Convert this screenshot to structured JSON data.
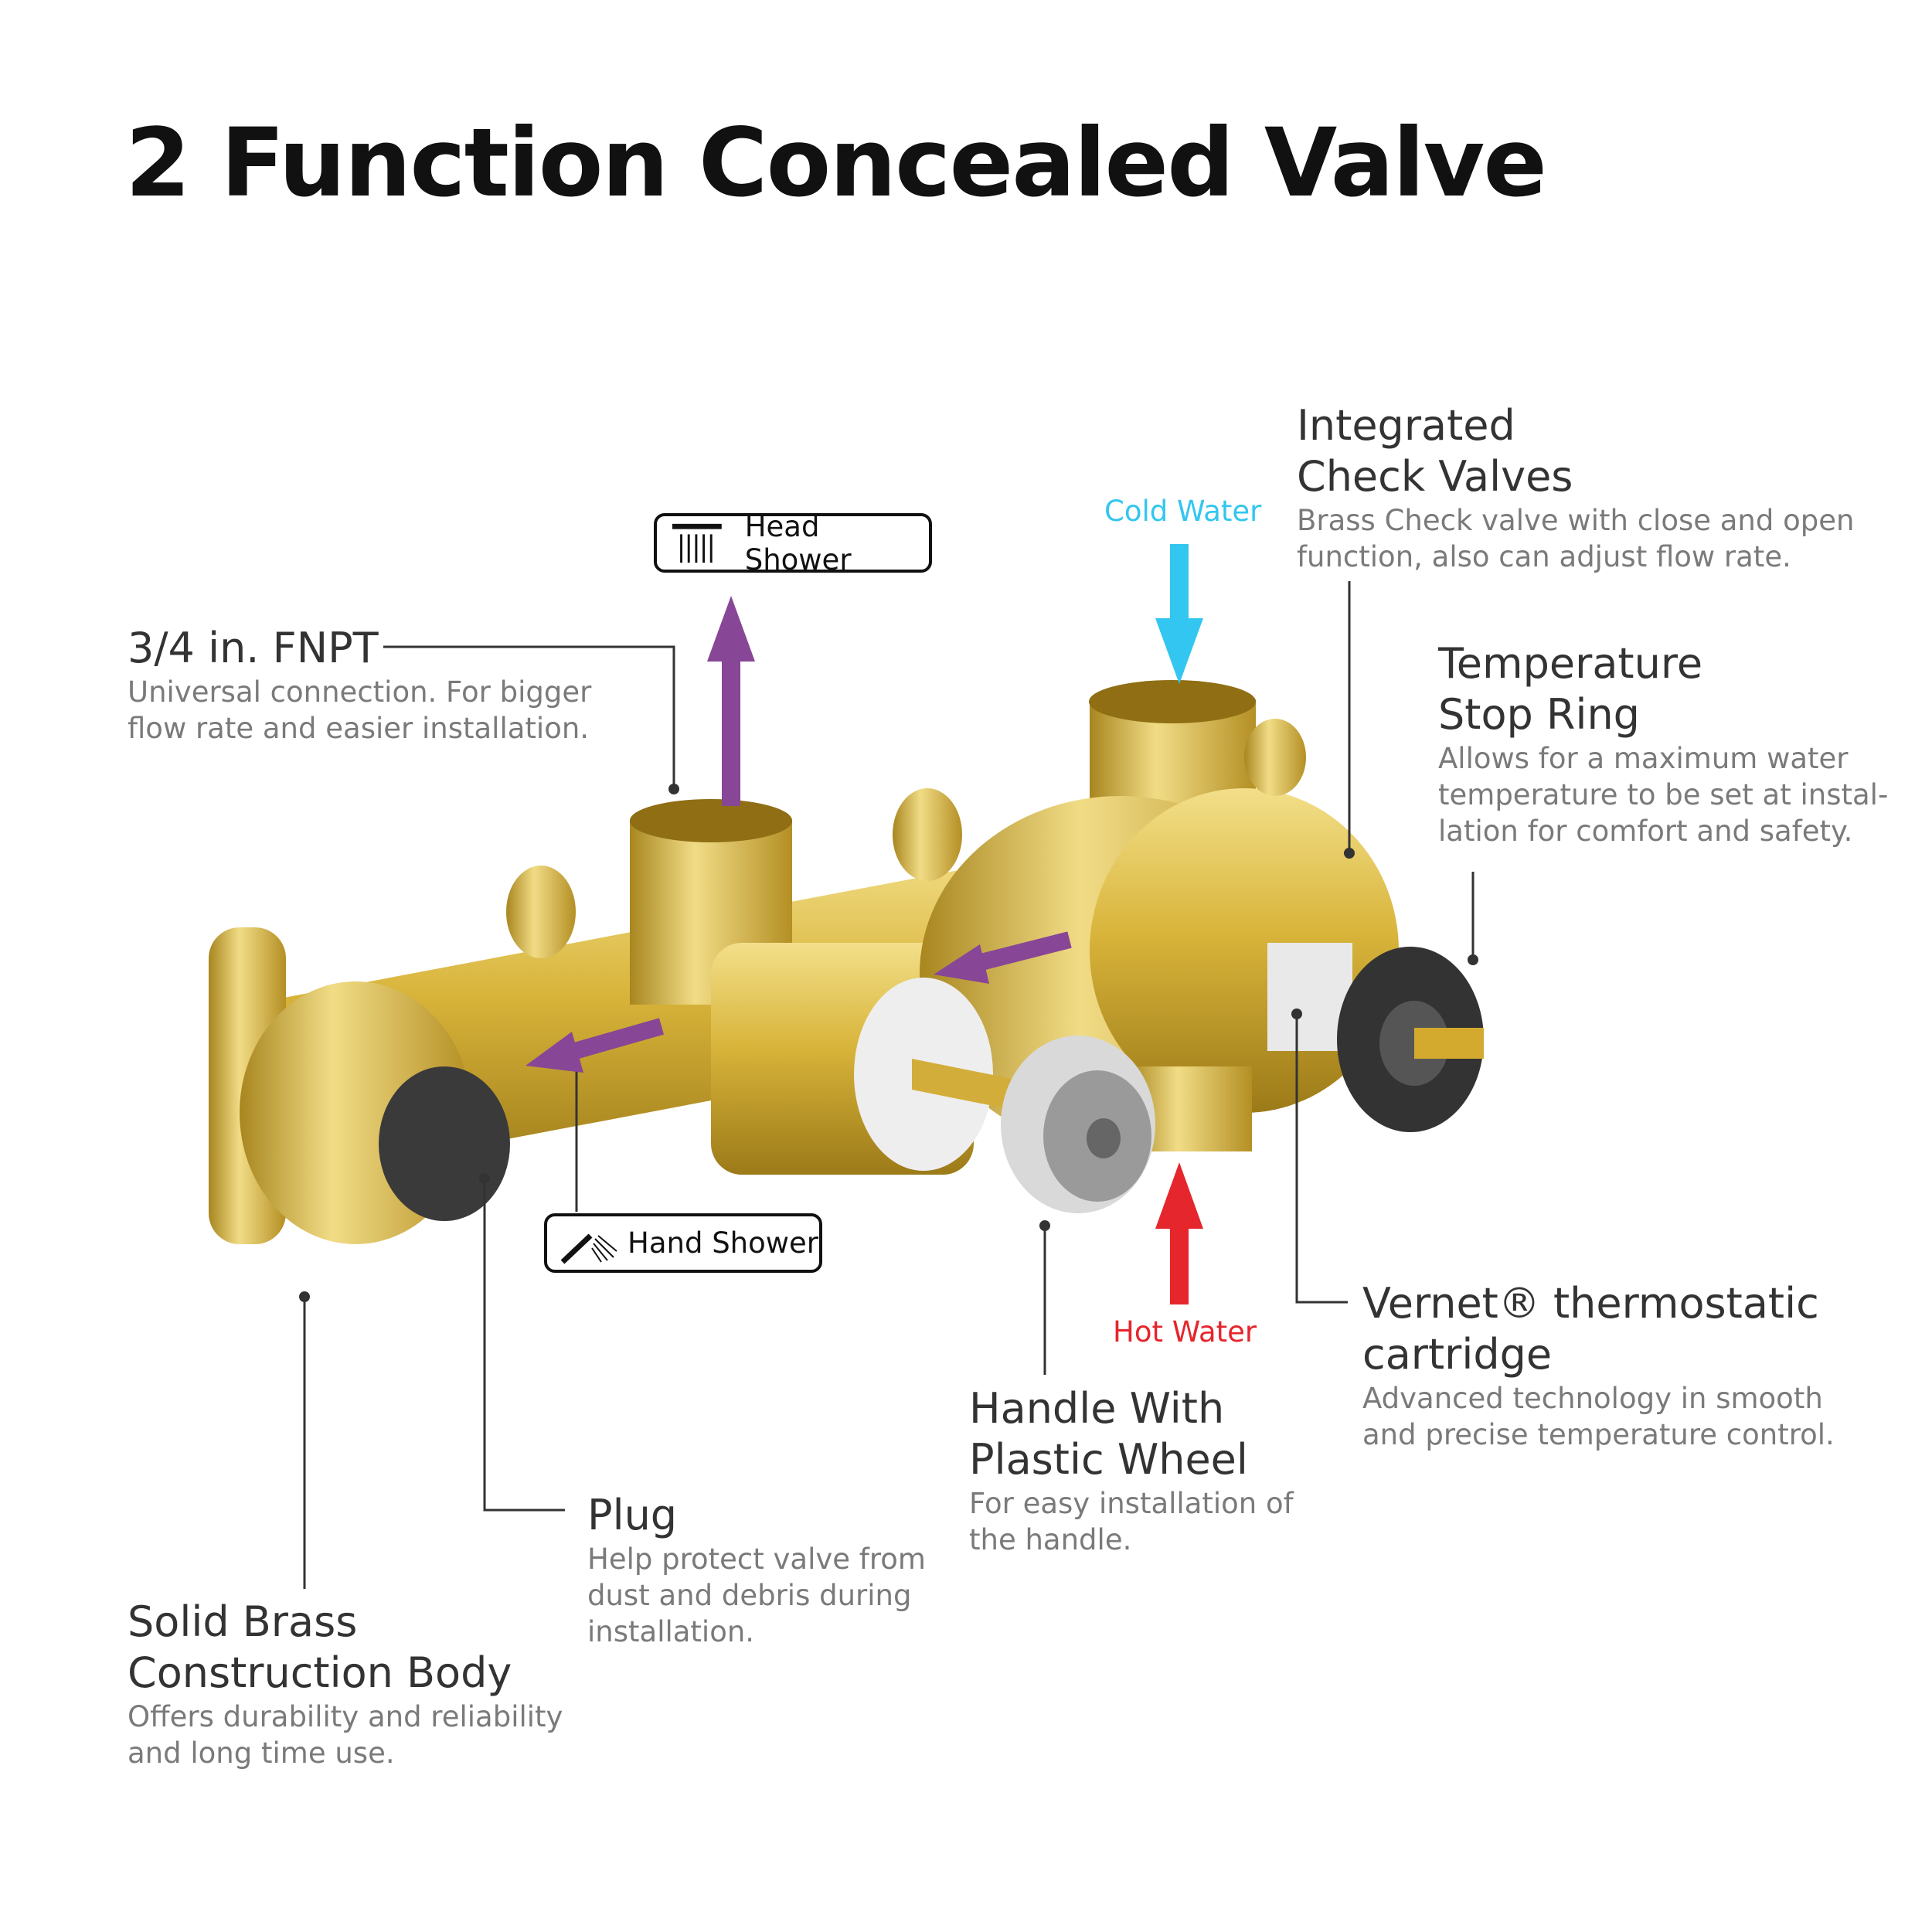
{
  "title": "2 Function Concealed Valve",
  "badges": {
    "head_shower": "Head Shower",
    "hand_shower": "Hand Shower"
  },
  "flow": {
    "cold_water": "Cold Water",
    "hot_water": "Hot Water"
  },
  "callouts": {
    "fnpt": {
      "heading": "3/4 in. FNPT",
      "desc": [
        "Universal connection. For bigger",
        "flow rate and easier installation."
      ]
    },
    "check_valves": {
      "heading": [
        "Integrated",
        "Check Valves"
      ],
      "desc": [
        "Brass Check valve with close and open",
        "function, also can adjust flow rate."
      ]
    },
    "stop_ring": {
      "heading": [
        "Temperature",
        "Stop Ring"
      ],
      "desc": [
        "Allows for a maximum water",
        "temperature to be set at instal-",
        "lation for comfort and safety."
      ]
    },
    "cartridge": {
      "heading": [
        "Vernet® thermostatic",
        "cartridge"
      ],
      "desc": [
        "Advanced technology in smooth",
        "and precise temperature control."
      ]
    },
    "handle": {
      "heading": [
        "Handle With",
        "Plastic Wheel"
      ],
      "desc": [
        "For easy installation of",
        "the handle."
      ]
    },
    "plug": {
      "heading": "Plug",
      "desc": [
        "Help protect valve from",
        "dust and debris during",
        "installation."
      ]
    },
    "body": {
      "heading": [
        "Solid Brass",
        "Construction Body"
      ],
      "desc": [
        "Offers durability and reliability",
        "and long time use."
      ]
    }
  },
  "colors": {
    "outlet_arrow": "#874696",
    "cold": "#33c6f0",
    "hot": "#e5262c",
    "brass": "#d8b43a"
  }
}
